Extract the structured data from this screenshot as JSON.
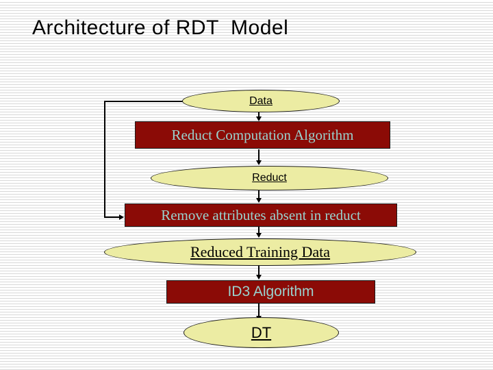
{
  "title": "Architecture of RDT  Model",
  "diagram": {
    "nodes": {
      "data": {
        "label": "Data",
        "shape": "ellipse"
      },
      "reduct_computation_algorithm": {
        "label": "Reduct Computation Algorithm",
        "shape": "process"
      },
      "reduct": {
        "label": "Reduct",
        "shape": "ellipse"
      },
      "remove_attributes": {
        "label": "Remove attributes absent in reduct",
        "shape": "process"
      },
      "reduced_training_data": {
        "label": "Reduced Training Data",
        "shape": "ellipse"
      },
      "id3_algorithm": {
        "label": "ID3 Algorithm",
        "shape": "process"
      },
      "dt": {
        "label": "DT",
        "shape": "ellipse"
      }
    },
    "edges": [
      {
        "from": "Data",
        "to": "Reduct Computation Algorithm"
      },
      {
        "from": "Reduct Computation Algorithm",
        "to": "Reduct"
      },
      {
        "from": "Reduct",
        "to": "Remove attributes absent in reduct"
      },
      {
        "from": "Remove attributes absent in reduct",
        "to": "Reduced Training Data"
      },
      {
        "from": "Reduced Training Data",
        "to": "ID3 Algorithm"
      },
      {
        "from": "ID3 Algorithm",
        "to": "DT"
      },
      {
        "from": "Data",
        "to": "Remove attributes absent in reduct",
        "kind": "feedback-side-route"
      }
    ]
  },
  "colors": {
    "ellipse_fill": "#ececa3",
    "process_fill": "#8b0b06",
    "process_text": "#99d2ce",
    "stripe": "#d8d8d8",
    "outline": "#1a1a1a",
    "line": "#000000",
    "title_text": "#000000"
  }
}
